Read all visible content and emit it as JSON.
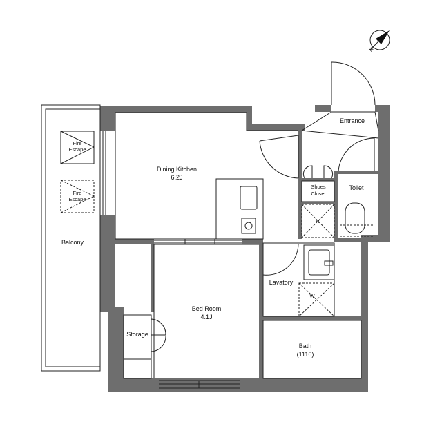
{
  "compass": {
    "letter": "N"
  },
  "rooms": {
    "entrance": {
      "name": "Entrance"
    },
    "dining_kitchen": {
      "name": "Dining Kitchen",
      "size": "6.2J"
    },
    "shoes_closet": {
      "line1": "Shoes",
      "line2": "Closet"
    },
    "toilet": {
      "name": "Toilet"
    },
    "balcony": {
      "name": "Balcony"
    },
    "bed_room": {
      "name": "Bed Room",
      "size": "4.1J"
    },
    "lavatory": {
      "name": "Lavatory"
    },
    "storage": {
      "name": "Storage"
    },
    "bath": {
      "name": "Bath",
      "size": "(1116)"
    },
    "fire_escape_1": {
      "line1": "Fire",
      "line2": "Escape"
    },
    "fire_escape_2": {
      "line1": "Fire",
      "line2": "Escape"
    }
  },
  "fixtures": {
    "refrigerator": {
      "label": "R"
    },
    "washer": {
      "label": "W"
    }
  }
}
